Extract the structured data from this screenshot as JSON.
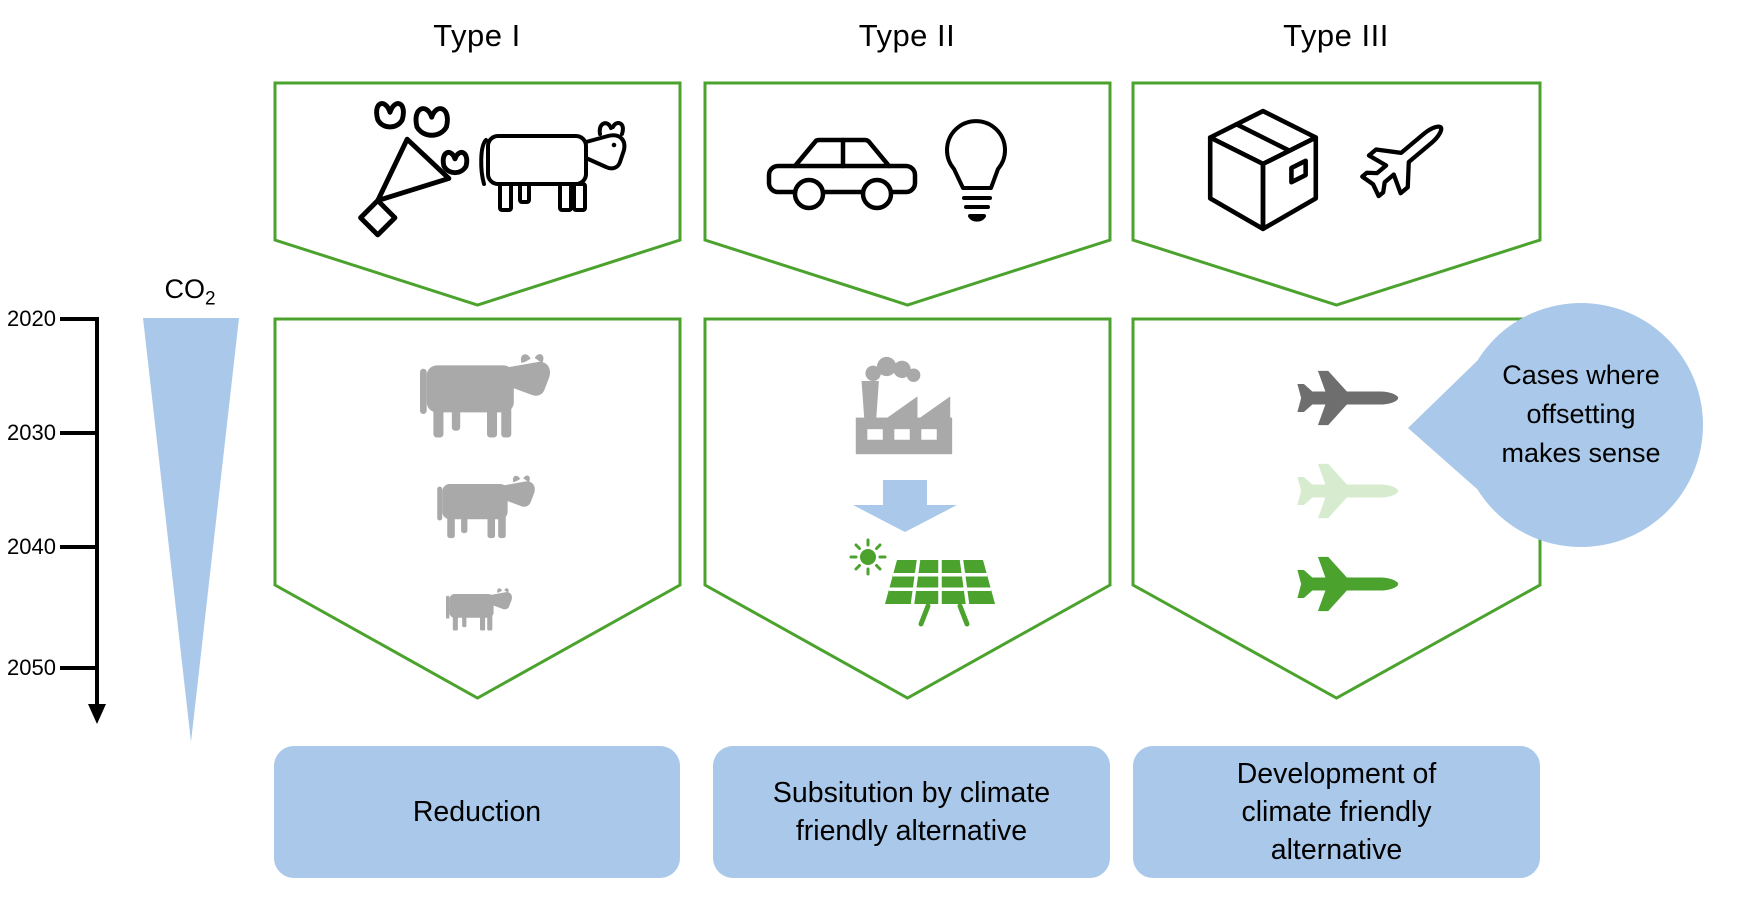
{
  "title": "Offsetting types diagram",
  "colors": {
    "green": "#4BA32E",
    "pale_green": "#D7ECCF",
    "blue": "#A9C8EA",
    "gray": "#A9A9A9",
    "dark_gray": "#6E6E6E",
    "black": "#000000"
  },
  "timeline": {
    "co2_label": "CO",
    "co2_sub": "2",
    "years": [
      "2020",
      "2030",
      "2040",
      "2050"
    ]
  },
  "columns": [
    {
      "id": "type1",
      "header": "Type I",
      "top_icons": [
        "bouquet-icon",
        "cow-icon"
      ],
      "middle_icons": [
        "cow-silhouette-large",
        "cow-silhouette-medium",
        "cow-silhouette-small"
      ],
      "label": "Reduction"
    },
    {
      "id": "type2",
      "header": "Type II",
      "top_icons": [
        "car-icon",
        "lightbulb-icon"
      ],
      "middle_icons": [
        "factory-icon",
        "down-arrow-icon",
        "solar-panel-icon",
        "sun-icon"
      ],
      "label": "Subsitution by climate\nfriendly alternative"
    },
    {
      "id": "type3",
      "header": "Type III",
      "top_icons": [
        "package-icon",
        "airplane-icon"
      ],
      "middle_icons": [
        "airplane-dark",
        "airplane-pale-green",
        "airplane-green"
      ],
      "label": "Development of\nclimate friendly\nalternative"
    }
  ],
  "callout": {
    "text": "Cases where\noffsetting\nmakes sense"
  }
}
